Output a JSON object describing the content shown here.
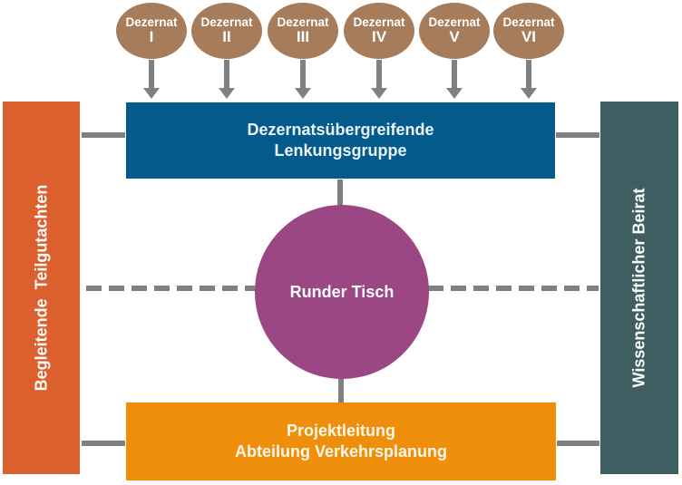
{
  "colors": {
    "dezernat": "#a67c5b",
    "lenkungsgruppe": "#055a8c",
    "runder_tisch": "#9b4784",
    "projektleitung": "#ef8e0a",
    "teilgutachten": "#dc5f2e",
    "beirat": "#3f5e62",
    "connector": "#808080"
  },
  "dezernate": [
    {
      "label": "Dezernat",
      "numeral": "I"
    },
    {
      "label": "Dezernat",
      "numeral": "II"
    },
    {
      "label": "Dezernat",
      "numeral": "III"
    },
    {
      "label": "Dezernat",
      "numeral": "IV"
    },
    {
      "label": "Dezernat",
      "numeral": "V"
    },
    {
      "label": "Dezernat",
      "numeral": "VI"
    }
  ],
  "lenkungsgruppe": {
    "line1": "Dezernatsübergreifende",
    "line2": "Lenkungsgruppe"
  },
  "runder_tisch": {
    "label": "Runder Tisch"
  },
  "projektleitung": {
    "line1": "Projektleitung",
    "line2": "Abteilung Verkehrsplanung"
  },
  "left_bar": {
    "label": "Begleitende  Teilgutachten"
  },
  "right_bar": {
    "label": "Wissenschaftlicher Beirat"
  }
}
